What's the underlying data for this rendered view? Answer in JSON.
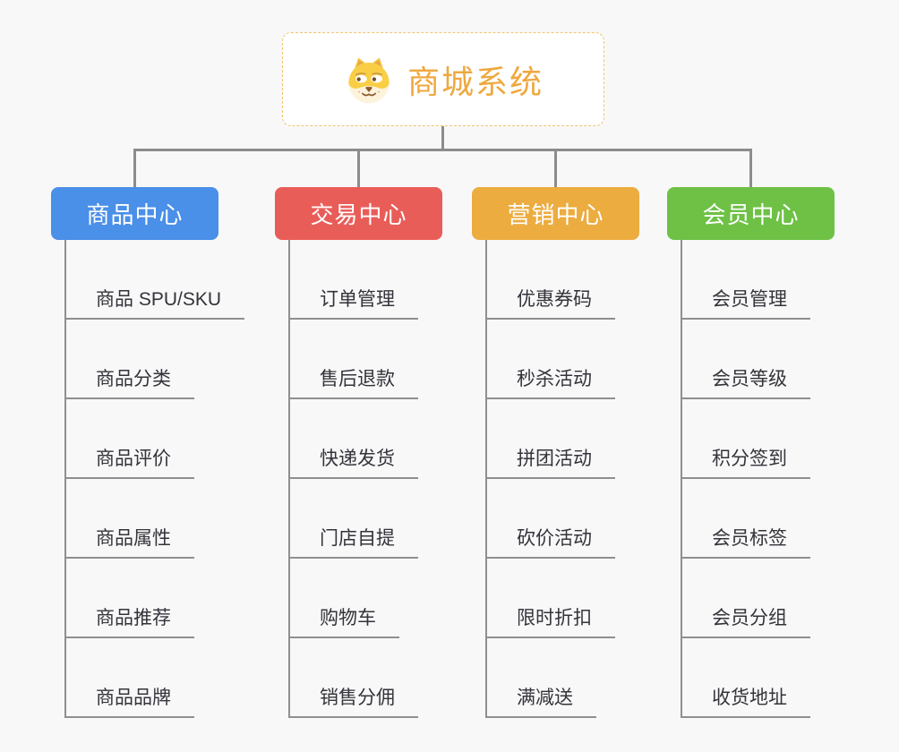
{
  "page": {
    "background": "#F8F8F8"
  },
  "root": {
    "title": "商城系统",
    "icon": "doge-icon",
    "text_color": "#EFA83E",
    "border_color": "#F3C36E"
  },
  "connector_color": "#8C8C8C",
  "leaf_text_color": "#33333B",
  "leaf_line_color": "#8F8F8F",
  "branches": [
    {
      "label": "商品中心",
      "color": "#4A8FE8",
      "children": [
        "商品 SPU/SKU",
        "商品分类",
        "商品评价",
        "商品属性",
        "商品推荐",
        "商品品牌"
      ]
    },
    {
      "label": "交易中心",
      "color": "#E95D59",
      "children": [
        "订单管理",
        "售后退款",
        "快递发货",
        "门店自提",
        "购物车",
        "销售分佣"
      ]
    },
    {
      "label": "营销中心",
      "color": "#ECAC3F",
      "children": [
        "优惠券码",
        "秒杀活动",
        "拼团活动",
        "砍价活动",
        "限时折扣",
        "满减送"
      ]
    },
    {
      "label": "会员中心",
      "color": "#6EC145",
      "children": [
        "会员管理",
        "会员等级",
        "积分签到",
        "会员标签",
        "会员分组",
        "收货地址"
      ]
    }
  ]
}
